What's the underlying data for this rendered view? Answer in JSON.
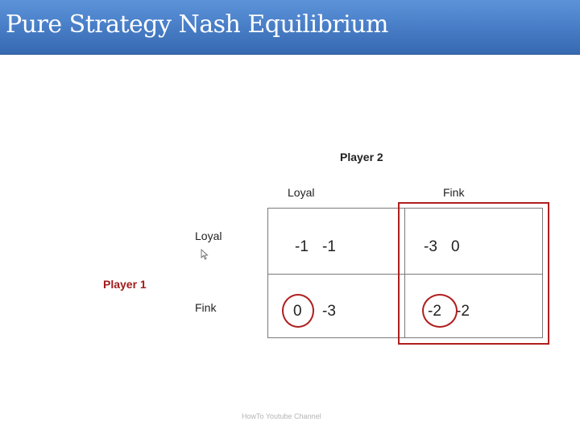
{
  "slide": {
    "title": "Pure Strategy Nash Equilibrium",
    "player2_label": "Player 2",
    "player1_label": "Player 1",
    "columns": [
      "Loyal",
      "Fink"
    ],
    "rows": [
      "Loyal",
      "Fink"
    ],
    "payoffs": [
      [
        [
          "-1",
          "-1"
        ],
        [
          "-3",
          "0"
        ]
      ],
      [
        [
          "0",
          "-3"
        ],
        [
          "-2",
          "-2"
        ]
      ]
    ],
    "footer": "HowTo Youtube Channel"
  },
  "colors": {
    "title_bar": "#4a80c9",
    "accent_red": "#b01e1e",
    "player1_text": "#a11a1a"
  }
}
